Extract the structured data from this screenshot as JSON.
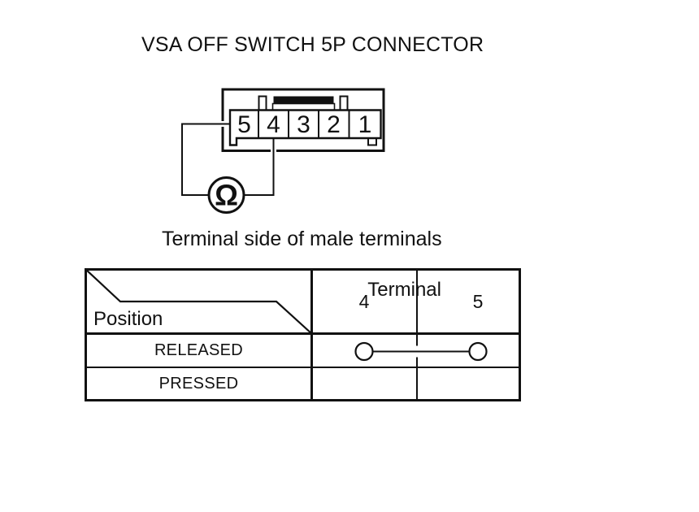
{
  "title": "VSA OFF SWITCH 5P CONNECTOR",
  "connector": {
    "pins": [
      "5",
      "4",
      "3",
      "2",
      "1"
    ],
    "meter_symbol": "Ω",
    "meter_name": "ohmmeter",
    "probed_terminals": [
      "5",
      "4"
    ],
    "caption": "Terminal side of male terminals"
  },
  "table": {
    "corner": {
      "top_right_label": "Terminal",
      "bottom_left_label": "Position"
    },
    "columns": [
      "4",
      "5"
    ],
    "rows": [
      {
        "position": "RELEASED",
        "continuity_between": [
          "4",
          "5"
        ]
      },
      {
        "position": "PRESSED",
        "continuity_between": []
      }
    ]
  },
  "colors": {
    "line": "#111111",
    "background": "#ffffff",
    "lock_bar_fill": "#111111"
  }
}
